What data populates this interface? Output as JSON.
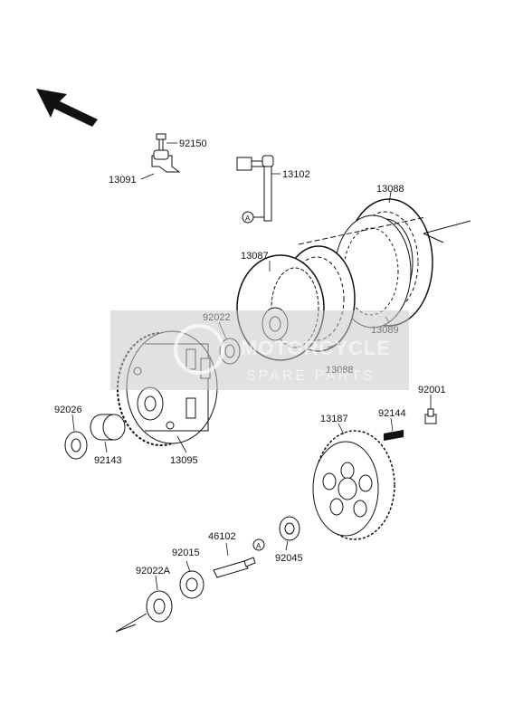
{
  "diagram": {
    "watermark": {
      "line1": "MOTORCYCLE",
      "line2": "SPARE PARTS"
    },
    "ref_marker": "A",
    "parts": [
      {
        "id": "p92150",
        "label": "92150"
      },
      {
        "id": "p13091",
        "label": "13091"
      },
      {
        "id": "p13102",
        "label": "13102"
      },
      {
        "id": "p13088a",
        "label": "13088"
      },
      {
        "id": "p13087",
        "label": "13087"
      },
      {
        "id": "p92022",
        "label": "92022"
      },
      {
        "id": "p13089",
        "label": "13089"
      },
      {
        "id": "p13088b",
        "label": "13088"
      },
      {
        "id": "p92001",
        "label": "92001"
      },
      {
        "id": "p92026",
        "label": "92026"
      },
      {
        "id": "p13187",
        "label": "13187"
      },
      {
        "id": "p92144",
        "label": "92144"
      },
      {
        "id": "p92143",
        "label": "92143"
      },
      {
        "id": "p13095",
        "label": "13095"
      },
      {
        "id": "p46102",
        "label": "46102"
      },
      {
        "id": "p92015",
        "label": "92015"
      },
      {
        "id": "p92045",
        "label": "92045"
      },
      {
        "id": "p92022A",
        "label": "92022A"
      }
    ]
  }
}
